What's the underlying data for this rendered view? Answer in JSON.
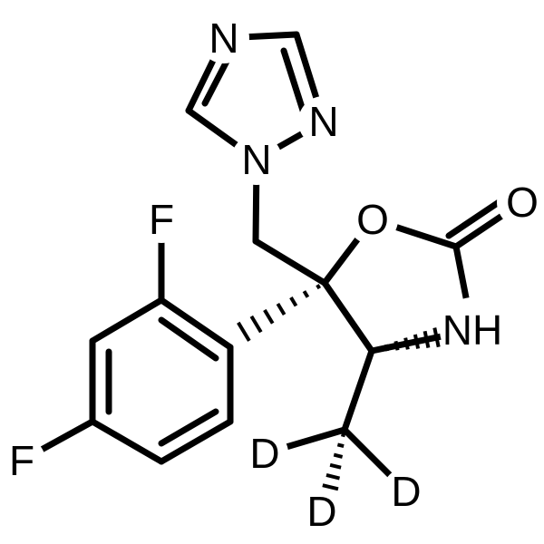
{
  "molecule": {
    "atoms": {
      "triazole_n4": "N",
      "triazole_n2": "N",
      "triazole_n1": "N",
      "ring_o": "O",
      "carbonyl_o": "O",
      "ring_nh": "NH",
      "fluorine_ortho": "F",
      "fluorine_para": "F",
      "deuterium_left": "D",
      "deuterium_right": "D",
      "deuterium_bottom": "D"
    }
  }
}
